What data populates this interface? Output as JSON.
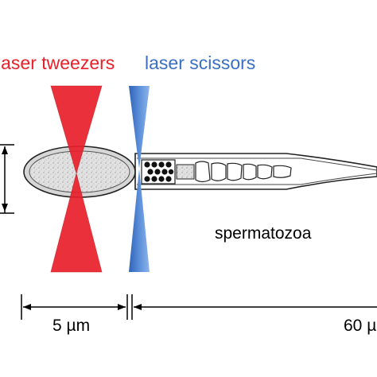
{
  "labels": {
    "laser_tweezers": "laser tweezers",
    "laser_scissors": "laser scissors",
    "spermatozoa": "spermatozoa",
    "dim_5": "5 µm",
    "dim_60": "60 µ"
  },
  "colors": {
    "tweezers": "#e8202a",
    "scissors": "#3a6fc4",
    "text": "#000000"
  }
}
